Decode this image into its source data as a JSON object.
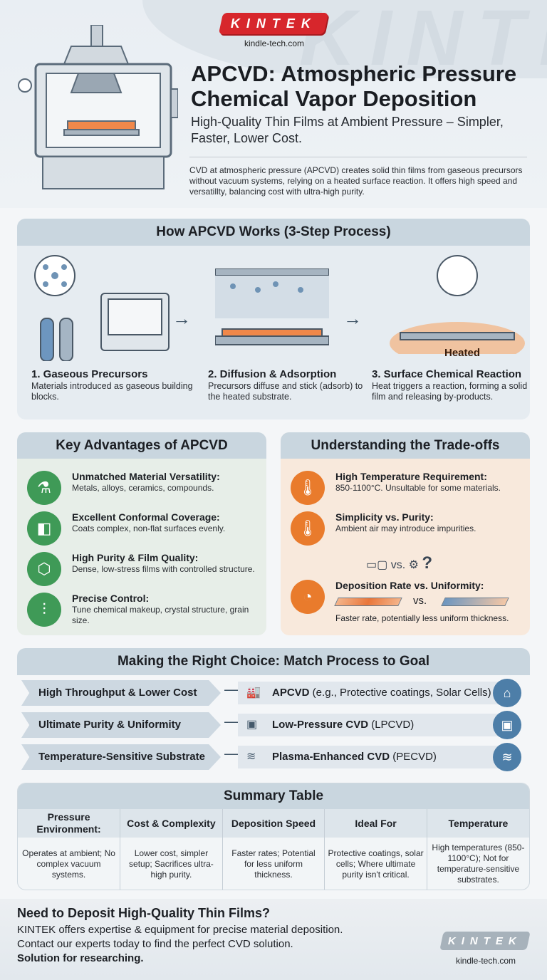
{
  "header": {
    "logo": "KINTEK",
    "site": "kindle-tech.com",
    "title": "APCVD: Atmospheric Pressure Chemical Vapor Deposition",
    "subtitle": "High-Quality Thin Films at Ambient Pressure – Simpler, Faster, Lower Cost.",
    "intro": "CVD at atmospheric pressure (APCVD) creates solid thin films from gaseous precursors without vacuum systems, relying on a heated surface reaction. It offers high speed and versatillty, balancing cost with ultra-high purity."
  },
  "how": {
    "title": "How APCVD Works (3-Step Process)",
    "heated_label": "Heated",
    "steps": [
      {
        "title": "1. Gaseous Precursors",
        "text": "Materials introduced as gaseous building blocks."
      },
      {
        "title": "2. Diffusion & Adsorption",
        "text": "Precursors diffuse and stick (adsorb) to the heated substrate."
      },
      {
        "title": "3. Surface Chemical Reaction",
        "text": "Heat triggers a reaction, forming a solid film and releasing by-products."
      }
    ]
  },
  "advantages": {
    "title": "Key Advantages of APCVD",
    "items": [
      {
        "title": "Unmatched Material Versatility:",
        "text": "Metals, alloys, ceramics, compounds.",
        "icon": "materials-icon"
      },
      {
        "title": "Excellent Conformal Coverage:",
        "text": "Coats complex, non-flat surfaces evenly.",
        "icon": "cube-coating-icon"
      },
      {
        "title": "High Purity & Film Quality:",
        "text": "Dense, low-stress films with controlled structure.",
        "icon": "lattice-icon"
      },
      {
        "title": "Precise Control:",
        "text": "Tune chemical makeup, crystal structure, grain size.",
        "icon": "sliders-icon"
      }
    ]
  },
  "tradeoffs": {
    "title": "Understanding the Trade-offs",
    "vs": "vs.",
    "items": [
      {
        "title": "High Temperature Requirement:",
        "text": "850-1100°C. Unsultable for some materials.",
        "icon": "thermometer-warning-icon"
      },
      {
        "title": "Simplicity vs. Purity:",
        "text": "Ambient air may introduce impurities.",
        "icon": "thermometer-impurity-icon"
      },
      {
        "title": "Deposition Rate vs. Uniformity:",
        "text": "Faster rate, potentially less uniform thickness.",
        "icon": "speedometer-icon"
      }
    ]
  },
  "choice": {
    "title": "Making the Right Choice: Match Process to Goal",
    "rows": [
      {
        "goal": "High Throughput & Lower Cost",
        "process": "APCVD",
        "detail": " (e.g., Protective coatings, Solar Cells)",
        "icon": "factory-icon"
      },
      {
        "goal": "Ultimate Purity & Uniformity",
        "process": "Low-Pressure CVD",
        "detail": " (LPCVD)",
        "icon": "chip-icon"
      },
      {
        "goal": "Temperature-Sensitive Substrate",
        "process": "Plasma-Enhanced CVD",
        "detail": " (PECVD)",
        "icon": "plasma-icon"
      }
    ]
  },
  "summary": {
    "title": "Summary Table",
    "headers": [
      "Pressure Environment:",
      "Cost & Complexity",
      "Deposition Speed",
      "Ideal For",
      "Temperature"
    ],
    "cells": [
      "Operates at ambient; No complex vacuum systems.",
      "Lower cost, simpler setup; Sacrifices ultra-high purity.",
      "Faster rates; Potential for less uniform thickness.",
      "Protective coatings, solar cells; Where ultimate purity isn't critical.",
      "High temperatures (850-1100°C); Not for temperature-sensitive substrates."
    ]
  },
  "cta": {
    "title": "Need to Deposit High-Quality Thin Films?",
    "line1": "KINTEK offers expertise & equipment for precise material deposition.",
    "line2": "Contact our experts today to find the perfect CVD solution.",
    "line3": "Solution for researching.",
    "logo": "KINTEK",
    "site": "kindle-tech.com"
  }
}
